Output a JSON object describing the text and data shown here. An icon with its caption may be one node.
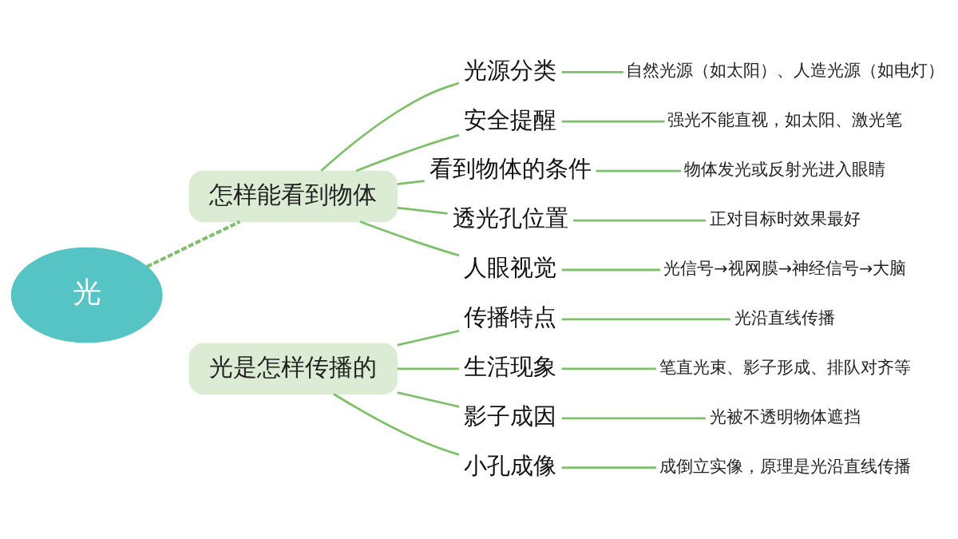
{
  "diagram": {
    "nodes": [
      {
        "text": [
          "光"
        ]
      },
      {
        "text": [
          "怎样能看到物体"
        ]
      },
      {
        "text": [
          "光源分类"
        ]
      },
      {
        "text": [
          "自然光源（如太阳）、人造光源（如电灯）"
        ]
      },
      {
        "text": [
          "安全提醒"
        ]
      },
      {
        "text": [
          "强光不能直视，如太阳、激光笔"
        ]
      },
      {
        "text": [
          "看到物体的条件"
        ]
      },
      {
        "text": [
          "物体发光或反射光进入眼睛"
        ]
      },
      {
        "text": [
          "透光孔位置"
        ]
      },
      {
        "text": [
          "正对目标时效果最好"
        ]
      },
      {
        "text": [
          "人眼视觉"
        ]
      },
      {
        "text": [
          "光信号→视网膜→神经信号→大脑"
        ]
      },
      {
        "text": [
          "光是怎样传播的"
        ]
      },
      {
        "text": [
          "传播特点"
        ]
      },
      {
        "text": [
          "光沿直线传播"
        ]
      },
      {
        "text": [
          "生活现象"
        ]
      },
      {
        "text": [
          "笔直光束、影子形成、排队对齐等"
        ]
      },
      {
        "text": [
          "影子成因"
        ]
      },
      {
        "text": [
          "光被不透明物体遮挡"
        ]
      },
      {
        "text": [
          "小孔成像"
        ]
      },
      {
        "text": [
          "成倒立实像，原理是光沿直线传播"
        ]
      }
    ],
    "edges": [
      {
        "from": 0,
        "to": 1,
        "arrow": "none",
        "style": "dashed"
      },
      {
        "from": 1,
        "to": 2,
        "arrow": "none"
      },
      {
        "from": 2,
        "to": 3,
        "arrow": "none"
      },
      {
        "from": 1,
        "to": 4,
        "arrow": "none"
      },
      {
        "from": 4,
        "to": 5,
        "arrow": "none"
      },
      {
        "from": 1,
        "to": 6,
        "arrow": "none"
      },
      {
        "from": 6,
        "to": 7,
        "arrow": "none"
      },
      {
        "from": 1,
        "to": 8,
        "arrow": "none"
      },
      {
        "from": 8,
        "to": 9,
        "arrow": "none"
      },
      {
        "from": 1,
        "to": 10,
        "arrow": "none"
      },
      {
        "from": 10,
        "to": 11,
        "arrow": "none"
      },
      {
        "from": 12,
        "to": 13,
        "arrow": "none"
      },
      {
        "from": 13,
        "to": 14,
        "arrow": "none"
      },
      {
        "from": 12,
        "to": 15,
        "arrow": "none"
      },
      {
        "from": 15,
        "to": 16,
        "arrow": "none"
      },
      {
        "from": 12,
        "to": 17,
        "arrow": "none"
      },
      {
        "from": 17,
        "to": 18,
        "arrow": "none"
      },
      {
        "from": 12,
        "to": 19,
        "arrow": "none"
      },
      {
        "from": 19,
        "to": 20,
        "arrow": "none"
      }
    ]
  }
}
